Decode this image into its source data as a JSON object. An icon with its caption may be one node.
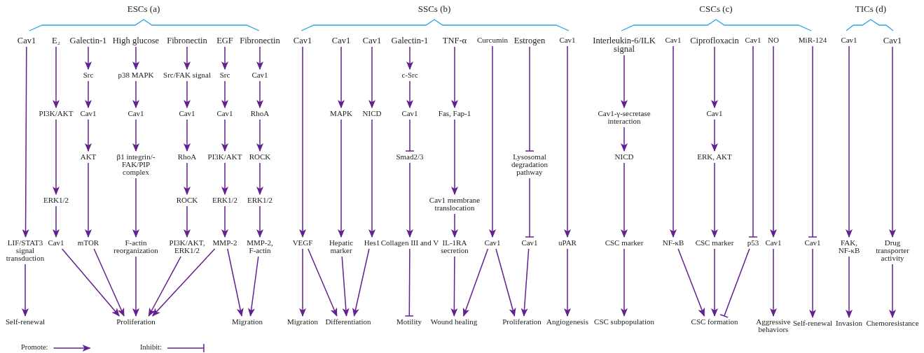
{
  "diagram": {
    "nodes": [
      {
        "text": [
          "Cav1"
        ]
      },
      {
        "text": [
          "E₂"
        ]
      },
      {
        "text": [
          "Galectin-1"
        ]
      },
      {
        "text": [
          "High glucose"
        ]
      },
      {
        "text": [
          "Fibronectin"
        ]
      },
      {
        "text": [
          "EGF"
        ]
      },
      {
        "text": [
          "Fibronectin"
        ]
      },
      {
        "text": [
          "Src"
        ]
      },
      {
        "text": [
          "p38 MAPK"
        ]
      },
      {
        "text": [
          "Src/FAK signal"
        ]
      },
      {
        "text": [
          "Src"
        ]
      },
      {
        "text": [
          "Cav1"
        ]
      },
      {
        "text": [
          "PI3K/AKT"
        ]
      },
      {
        "text": [
          "Cav1"
        ]
      },
      {
        "text": [
          "Cav1"
        ]
      },
      {
        "text": [
          "Cav1"
        ]
      },
      {
        "text": [
          "Cav1"
        ]
      },
      {
        "text": [
          "RhoA"
        ]
      },
      {
        "text": [
          "AKT"
        ]
      },
      {
        "text": [
          "β1 integrin/- FAK/PIP complex"
        ]
      },
      {
        "text": [
          "RhoA"
        ]
      },
      {
        "text": [
          "PI3K/AKT"
        ]
      },
      {
        "text": [
          "ROCK"
        ]
      },
      {
        "text": [
          "ERK1/2"
        ]
      },
      {
        "text": [
          "ROCK"
        ]
      },
      {
        "text": [
          "ERK1/2"
        ]
      },
      {
        "text": [
          "ERK1/2"
        ]
      },
      {
        "text": [
          "LIF/STAT3 signal transduction"
        ]
      },
      {
        "text": [
          "Cav1"
        ]
      },
      {
        "text": [
          "mTOR"
        ]
      },
      {
        "text": [
          "F-actin reorganization"
        ]
      },
      {
        "text": [
          "PI3K/AKT, ERK1/2"
        ]
      },
      {
        "text": [
          "MMP-2"
        ]
      },
      {
        "text": [
          "MMP-2, F-actin"
        ]
      },
      {
        "text": [
          "Self-renewal"
        ]
      },
      {
        "text": [
          "Proliferation"
        ]
      },
      {
        "text": [
          "Migration"
        ]
      },
      {
        "text": [
          "Cav1"
        ]
      },
      {
        "text": [
          "Cav1"
        ]
      },
      {
        "text": [
          "Cav1"
        ]
      },
      {
        "text": [
          "Galectin-1"
        ]
      },
      {
        "text": [
          "TNF-α"
        ]
      },
      {
        "text": [
          "Curcumin"
        ]
      },
      {
        "text": [
          "Estrogen"
        ]
      },
      {
        "text": [
          "Cav1"
        ]
      },
      {
        "text": [
          "c-Src"
        ]
      },
      {
        "text": [
          "MAPK"
        ]
      },
      {
        "text": [
          "NICD"
        ]
      },
      {
        "text": [
          "Cav1"
        ]
      },
      {
        "text": [
          "Fas, Fap-1"
        ]
      },
      {
        "text": [
          "Smad2/3"
        ]
      },
      {
        "text": [
          "Lysosomal degradation pathway"
        ]
      },
      {
        "text": [
          "Cav1 membrane translocation"
        ]
      },
      {
        "text": [
          "VEGF"
        ]
      },
      {
        "text": [
          "Hepatic marker"
        ]
      },
      {
        "text": [
          "Hes1"
        ]
      },
      {
        "text": [
          "Collagen III and V"
        ]
      },
      {
        "text": [
          "IL-1RA secretion"
        ]
      },
      {
        "text": [
          "Cav1"
        ]
      },
      {
        "text": [
          "Cav1"
        ]
      },
      {
        "text": [
          "uPAR"
        ]
      },
      {
        "text": [
          "Migration"
        ]
      },
      {
        "text": [
          "Differentiation"
        ]
      },
      {
        "text": [
          "Motility"
        ]
      },
      {
        "text": [
          "Wound healing"
        ]
      },
      {
        "text": [
          "Proliferation"
        ]
      },
      {
        "text": [
          "Angiogenesis"
        ]
      },
      {
        "text": [
          "Interleukin-6/ILK signal"
        ]
      },
      {
        "text": [
          "Cav1"
        ]
      },
      {
        "text": [
          "Ciprofloxacin"
        ]
      },
      {
        "text": [
          "Cav1"
        ]
      },
      {
        "text": [
          "NO"
        ]
      },
      {
        "text": [
          "MiR-124"
        ]
      },
      {
        "text": [
          "Cav1"
        ]
      },
      {
        "text": [
          "Cav1"
        ]
      },
      {
        "text": [
          "Cav1-γ-secretase interaction"
        ]
      },
      {
        "text": [
          "Cav1"
        ]
      },
      {
        "text": [
          "NICD"
        ]
      },
      {
        "text": [
          "ERK, AKT"
        ]
      },
      {
        "text": [
          "CSC marker"
        ]
      },
      {
        "text": [
          "NF-κB"
        ]
      },
      {
        "text": [
          "CSC marker"
        ]
      },
      {
        "text": [
          "p53"
        ]
      },
      {
        "text": [
          "Cav1"
        ]
      },
      {
        "text": [
          "Cav1"
        ]
      },
      {
        "text": [
          "FAK, NF-κB"
        ]
      },
      {
        "text": [
          "Drug transporter activity"
        ]
      },
      {
        "text": [
          "CSC subpopulation"
        ]
      },
      {
        "text": [
          "CSC formation"
        ]
      },
      {
        "text": [
          "Aggressive behaviors"
        ]
      },
      {
        "text": [
          "Self-renewal"
        ]
      },
      {
        "text": [
          "Invasion"
        ]
      },
      {
        "text": [
          "Chemoresistance"
        ]
      }
    ],
    "edges": [
      {
        "from": 0,
        "to": 27,
        "arrow": "to"
      },
      {
        "from": 27,
        "to": 34,
        "arrow": "to"
      },
      {
        "from": 1,
        "to": 12,
        "arrow": "to"
      },
      {
        "from": 12,
        "to": 23,
        "arrow": "to"
      },
      {
        "from": 23,
        "to": 28,
        "arrow": "to"
      },
      {
        "from": 28,
        "to": 35,
        "arrow": "to"
      },
      {
        "from": 2,
        "to": 7,
        "arrow": "to"
      },
      {
        "from": 7,
        "to": 13,
        "arrow": "to"
      },
      {
        "from": 13,
        "to": 18,
        "arrow": "to"
      },
      {
        "from": 18,
        "to": 29,
        "arrow": "to"
      },
      {
        "from": 29,
        "to": 35,
        "arrow": "to"
      },
      {
        "from": 3,
        "to": 8,
        "arrow": "to"
      },
      {
        "from": 8,
        "to": 14,
        "arrow": "to"
      },
      {
        "from": 14,
        "to": 19,
        "arrow": "to"
      },
      {
        "from": 19,
        "to": 30,
        "arrow": "to"
      },
      {
        "from": 30,
        "to": 35,
        "arrow": "to"
      },
      {
        "from": 4,
        "to": 9,
        "arrow": "to"
      },
      {
        "from": 9,
        "to": 15,
        "arrow": "to"
      },
      {
        "from": 15,
        "to": 20,
        "arrow": "to"
      },
      {
        "from": 20,
        "to": 24,
        "arrow": "to"
      },
      {
        "from": 24,
        "to": 31,
        "arrow": "to"
      },
      {
        "from": 31,
        "to": 35,
        "arrow": "to"
      },
      {
        "from": 5,
        "to": 10,
        "arrow": "to"
      },
      {
        "from": 10,
        "to": 16,
        "arrow": "to"
      },
      {
        "from": 16,
        "to": 21,
        "arrow": "to"
      },
      {
        "from": 21,
        "to": 25,
        "arrow": "to"
      },
      {
        "from": 25,
        "to": 32,
        "arrow": "to"
      },
      {
        "from": 32,
        "to": 35,
        "arrow": "to"
      },
      {
        "from": 32,
        "to": 36,
        "arrow": "to"
      },
      {
        "from": 6,
        "to": 11,
        "arrow": "to"
      },
      {
        "from": 11,
        "to": 17,
        "arrow": "to"
      },
      {
        "from": 17,
        "to": 22,
        "arrow": "to"
      },
      {
        "from": 22,
        "to": 26,
        "arrow": "to"
      },
      {
        "from": 26,
        "to": 33,
        "arrow": "to"
      },
      {
        "from": 33,
        "to": 36,
        "arrow": "to"
      },
      {
        "from": 37,
        "to": 53,
        "arrow": "to"
      },
      {
        "from": 53,
        "to": 61,
        "arrow": "to"
      },
      {
        "from": 53,
        "to": 62,
        "arrow": "to"
      },
      {
        "from": 38,
        "to": 46,
        "arrow": "to"
      },
      {
        "from": 46,
        "to": 54,
        "arrow": "to"
      },
      {
        "from": 54,
        "to": 62,
        "arrow": "to"
      },
      {
        "from": 39,
        "to": 47,
        "arrow": "to"
      },
      {
        "from": 47,
        "to": 55,
        "arrow": "to"
      },
      {
        "from": 55,
        "to": 62,
        "arrow": "to"
      },
      {
        "from": 40,
        "to": 45,
        "arrow": "to"
      },
      {
        "from": 45,
        "to": 48,
        "arrow": "to"
      },
      {
        "from": 48,
        "to": 50,
        "arrow": "other"
      },
      {
        "from": 50,
        "to": 56,
        "arrow": "to"
      },
      {
        "from": 56,
        "to": 63,
        "arrow": "other"
      },
      {
        "from": 41,
        "to": 49,
        "arrow": "to"
      },
      {
        "from": 49,
        "to": 52,
        "arrow": "to"
      },
      {
        "from": 52,
        "to": 57,
        "arrow": "to"
      },
      {
        "from": 57,
        "to": 64,
        "arrow": "to"
      },
      {
        "from": 42,
        "to": 58,
        "arrow": "to"
      },
      {
        "from": 58,
        "to": 64,
        "arrow": "to"
      },
      {
        "from": 58,
        "to": 65,
        "arrow": "to"
      },
      {
        "from": 43,
        "to": 51,
        "arrow": "other"
      },
      {
        "from": 51,
        "to": 59,
        "arrow": "other"
      },
      {
        "from": 59,
        "to": 65,
        "arrow": "to"
      },
      {
        "from": 44,
        "to": 60,
        "arrow": "to"
      },
      {
        "from": 60,
        "to": 66,
        "arrow": "to"
      },
      {
        "from": 67,
        "to": 75,
        "arrow": "to"
      },
      {
        "from": 75,
        "to": 77,
        "arrow": "to"
      },
      {
        "from": 77,
        "to": 79,
        "arrow": "to"
      },
      {
        "from": 79,
        "to": 87,
        "arrow": "to"
      },
      {
        "from": 68,
        "to": 80,
        "arrow": "to"
      },
      {
        "from": 80,
        "to": 88,
        "arrow": "to"
      },
      {
        "from": 69,
        "to": 76,
        "arrow": "to"
      },
      {
        "from": 76,
        "to": 78,
        "arrow": "to"
      },
      {
        "from": 78,
        "to": 81,
        "arrow": "to"
      },
      {
        "from": 81,
        "to": 88,
        "arrow": "to"
      },
      {
        "from": 70,
        "to": 82,
        "arrow": "other"
      },
      {
        "from": 82,
        "to": 88,
        "arrow": "other"
      },
      {
        "from": 71,
        "to": 83,
        "arrow": "to"
      },
      {
        "from": 83,
        "to": 89,
        "arrow": "to"
      },
      {
        "from": 72,
        "to": 84,
        "arrow": "other"
      },
      {
        "from": 84,
        "to": 90,
        "arrow": "to"
      },
      {
        "from": 73,
        "to": 85,
        "arrow": "to"
      },
      {
        "from": 85,
        "to": 91,
        "arrow": "to"
      },
      {
        "from": 74,
        "to": 86,
        "arrow": "to"
      },
      {
        "from": 86,
        "to": 92,
        "arrow": "to"
      }
    ],
    "labels": [
      "ESCs (a)",
      "SSCs (b)",
      "CSCs (c)",
      "TICs (d)"
    ],
    "legend": [
      {
        "text": "Promote:"
      },
      {
        "text": "Inhibit:"
      }
    ]
  }
}
